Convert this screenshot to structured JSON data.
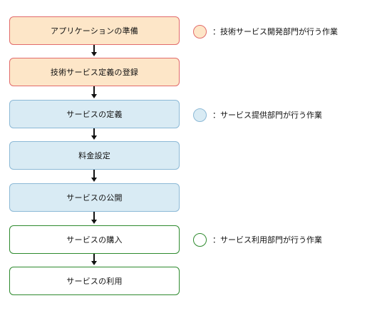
{
  "steps": [
    {
      "label": "アプリケーションの準備",
      "group": "dev"
    },
    {
      "label": "技術サービス定義の登録",
      "group": "dev"
    },
    {
      "label": "サービスの定義",
      "group": "prov"
    },
    {
      "label": "料金設定",
      "group": "prov"
    },
    {
      "label": "サービスの公開",
      "group": "prov"
    },
    {
      "label": "サービスの購入",
      "group": "user"
    },
    {
      "label": "サービスの利用",
      "group": "user"
    }
  ],
  "legend": {
    "dev": {
      "label": "：技術サービス開発部門が行う作業",
      "color": "#fde6c8",
      "border": "#e26b6b"
    },
    "prov": {
      "label": "：サービス提供部門が行う作業",
      "color": "#d9ebf4",
      "border": "#8cb9d6"
    },
    "user": {
      "label": "：サービス利用部門が行う作業",
      "color": "#ffffff",
      "border": "#2e8a2e"
    }
  }
}
